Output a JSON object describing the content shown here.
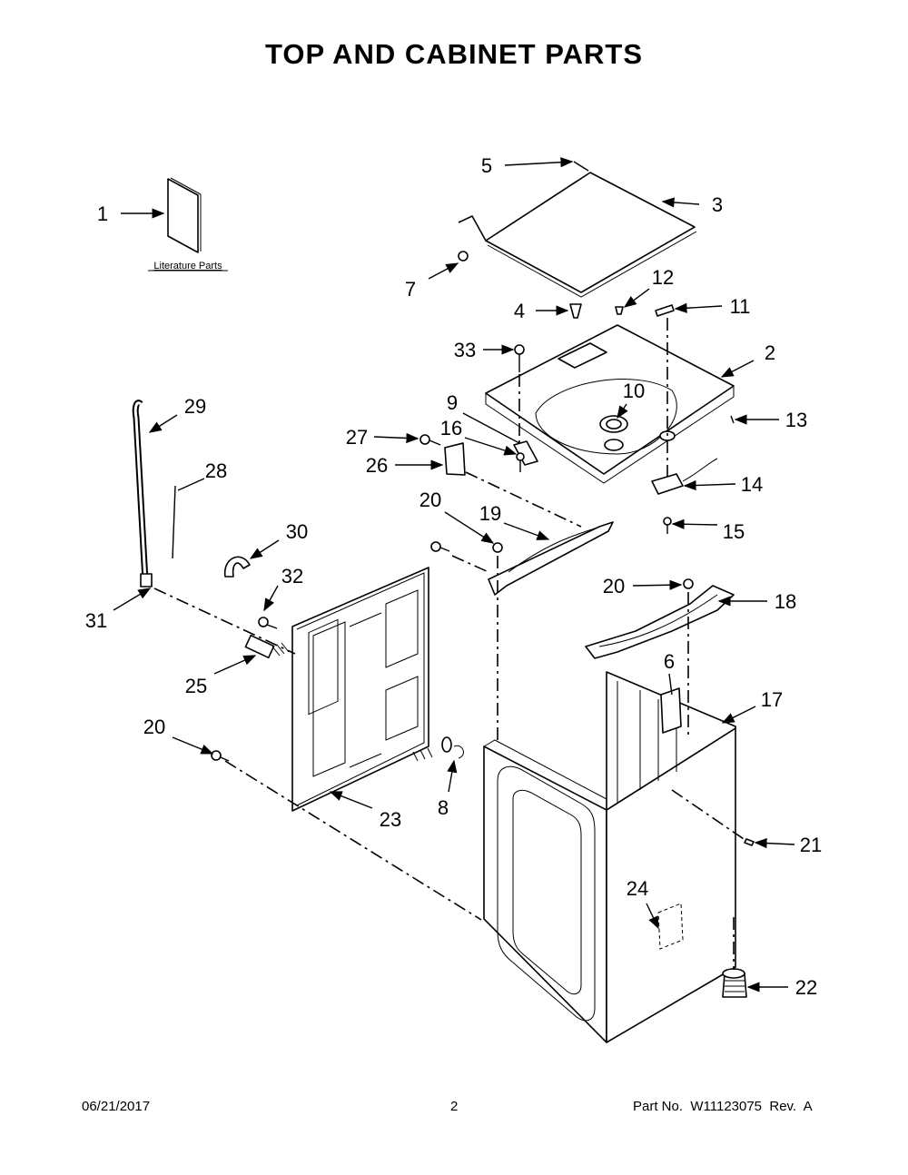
{
  "title": "TOP AND CABINET PARTS",
  "literature_label": "Literature Parts",
  "callouts": [
    "5",
    "3",
    "1",
    "7",
    "4",
    "12",
    "11",
    "33",
    "2",
    "10",
    "9",
    "16",
    "13",
    "27",
    "26",
    "29",
    "28",
    "14",
    "20",
    "19",
    "15",
    "30",
    "32",
    "20",
    "18",
    "31",
    "25",
    "6",
    "17",
    "20",
    "8",
    "23",
    "21",
    "24",
    "22"
  ],
  "footer": {
    "date": "06/21/2017",
    "page": "2",
    "part_no": "Part No.  W11123075  Rev.  A"
  }
}
